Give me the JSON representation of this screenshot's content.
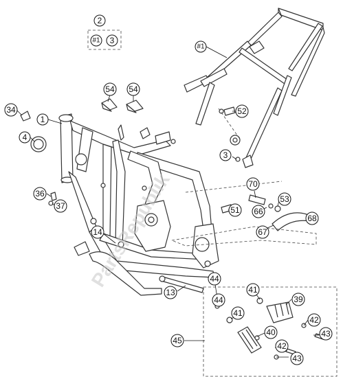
{
  "watermark": "PartsRepublik",
  "callouts": [
    {
      "id": "c2",
      "label": "2"
    },
    {
      "id": "c1a",
      "label": "#1"
    },
    {
      "id": "c3a",
      "label": "3"
    },
    {
      "id": "c1b",
      "label": "#1"
    },
    {
      "id": "c54a",
      "label": "54"
    },
    {
      "id": "c54b",
      "label": "54"
    },
    {
      "id": "c34",
      "label": "34"
    },
    {
      "id": "c1",
      "label": "1"
    },
    {
      "id": "c4",
      "label": "4"
    },
    {
      "id": "c52",
      "label": "52"
    },
    {
      "id": "c3b",
      "label": "3"
    },
    {
      "id": "c36",
      "label": "36"
    },
    {
      "id": "c37",
      "label": "37"
    },
    {
      "id": "c70",
      "label": "70"
    },
    {
      "id": "c53",
      "label": "53"
    },
    {
      "id": "c51",
      "label": "51"
    },
    {
      "id": "c66",
      "label": "66"
    },
    {
      "id": "c68",
      "label": "68"
    },
    {
      "id": "c67",
      "label": "67"
    },
    {
      "id": "c14",
      "label": "14"
    },
    {
      "id": "c13",
      "label": "13"
    },
    {
      "id": "c44a",
      "label": "44"
    },
    {
      "id": "c41a",
      "label": "41"
    },
    {
      "id": "c39",
      "label": "39"
    },
    {
      "id": "c44b",
      "label": "44"
    },
    {
      "id": "c41b",
      "label": "41"
    },
    {
      "id": "c42a",
      "label": "42"
    },
    {
      "id": "c45",
      "label": "45"
    },
    {
      "id": "c43a",
      "label": "43"
    },
    {
      "id": "c40",
      "label": "40"
    },
    {
      "id": "c42b",
      "label": "42"
    },
    {
      "id": "c43b",
      "label": "43"
    }
  ]
}
